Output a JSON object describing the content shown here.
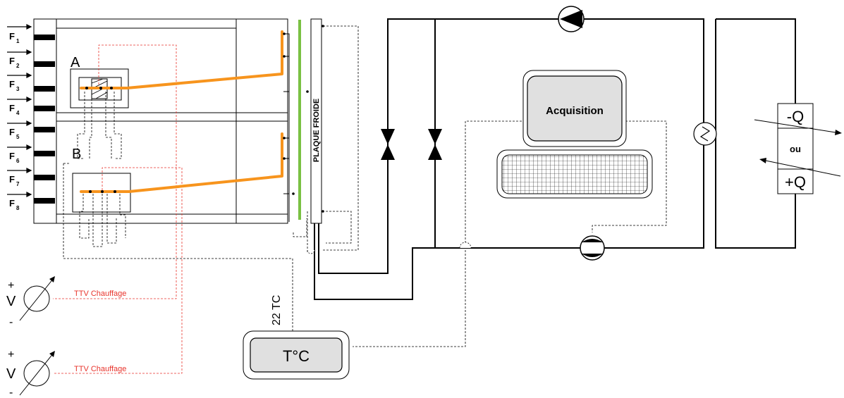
{
  "flux_labels": [
    {
      "main": "F",
      "sub": "1"
    },
    {
      "main": "F",
      "sub": "2"
    },
    {
      "main": "F",
      "sub": "3"
    },
    {
      "main": "F",
      "sub": "4"
    },
    {
      "main": "F",
      "sub": "5"
    },
    {
      "main": "F",
      "sub": "6"
    },
    {
      "main": "F",
      "sub": "7"
    },
    {
      "main": "F",
      "sub": "8"
    }
  ],
  "component_a": "A",
  "component_b": "B",
  "cold_plate": "PLAQUE FROIDE",
  "acquisition": "Acquisition",
  "thermocouples": "22 TC",
  "temperature_unit": "T°C",
  "heat_minus": "-Q",
  "heat_or": "ou",
  "heat_plus": "+Q",
  "voltmeter_1": {
    "plus": "+",
    "v": "V",
    "minus": "-",
    "label": "TTV Chauffage"
  },
  "voltmeter_2": {
    "plus": "+",
    "v": "V",
    "minus": "-",
    "label": "TTV Chauffage"
  },
  "colors": {
    "heat_pipe": "#f7941d",
    "cold_bar": "#7ac143",
    "heating_wire": "#e8342c",
    "box_fill": "#e0e0e0"
  }
}
